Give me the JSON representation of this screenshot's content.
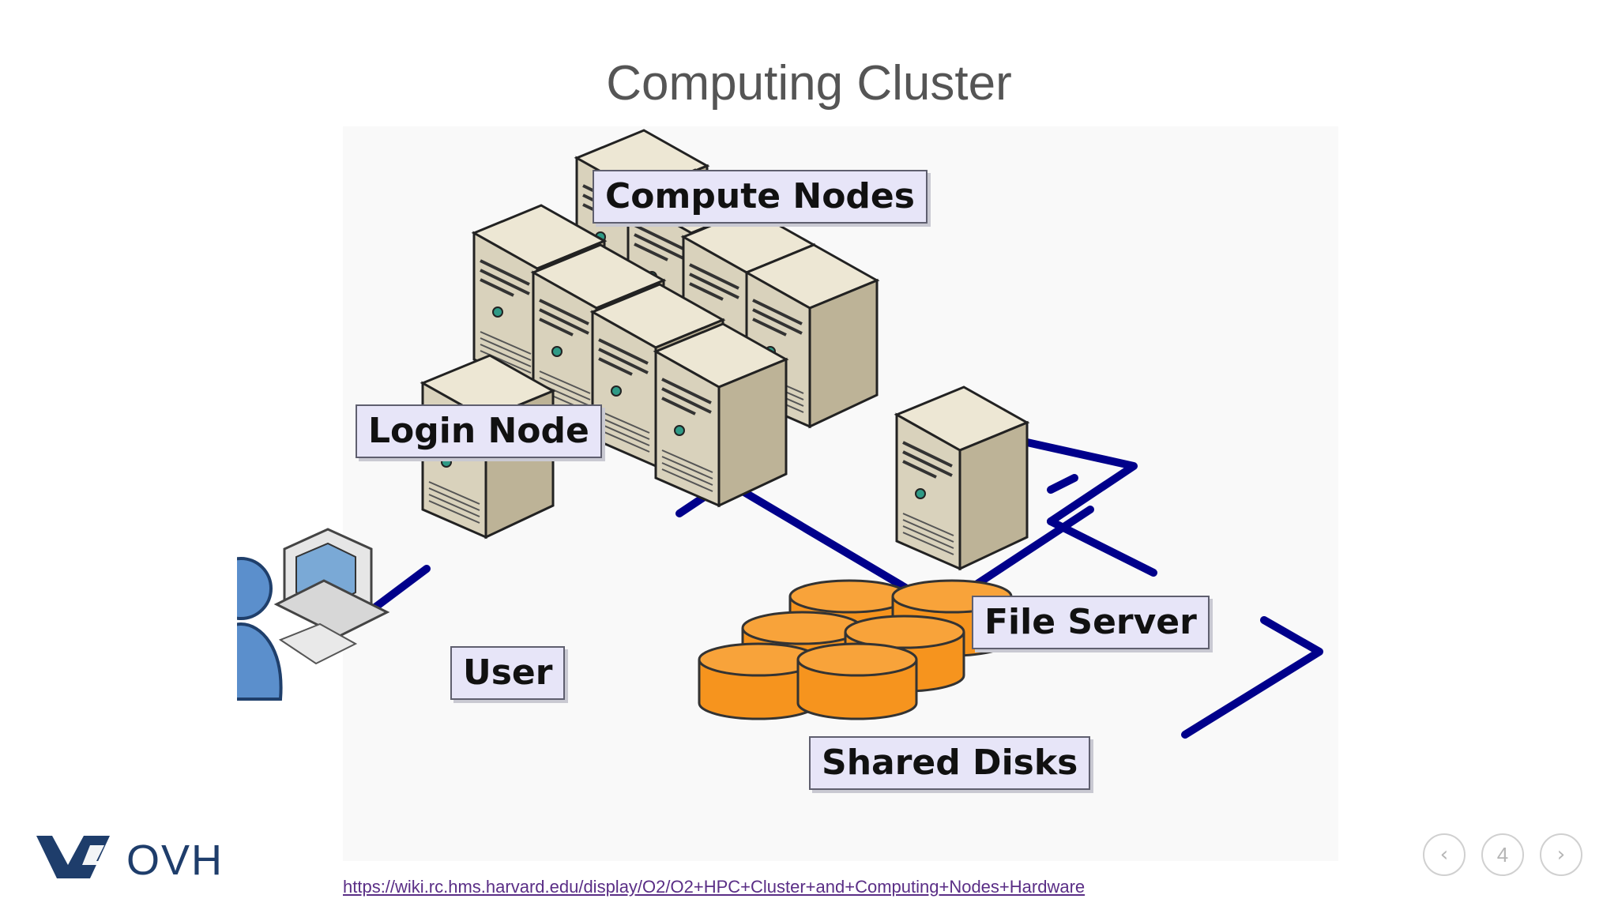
{
  "slide": {
    "title": "Computing Cluster",
    "source_link": "https://wiki.rc.hms.harvard.edu/display/O2/O2+HPC+Cluster+and+Computing+Nodes+Hardware",
    "page_number": "4"
  },
  "diagram": {
    "labels": {
      "compute_nodes": "Compute Nodes",
      "login_node": "Login Node",
      "user": "User",
      "file_server": "File Server",
      "shared_disks": "Shared Disks"
    },
    "colors": {
      "network_line": "#00008b",
      "server_front": "#d9d2bc",
      "server_side": "#bdb397",
      "server_top": "#ede7d4",
      "disk": "#f6941e",
      "label_bg": "#e7e5f8",
      "user_icon": "#5b8fcc"
    }
  },
  "brand": {
    "logo_text": "OVH",
    "logo_color": "#1e3d6b"
  },
  "navigation": {
    "prev_icon": "‹",
    "next_icon": "›"
  }
}
